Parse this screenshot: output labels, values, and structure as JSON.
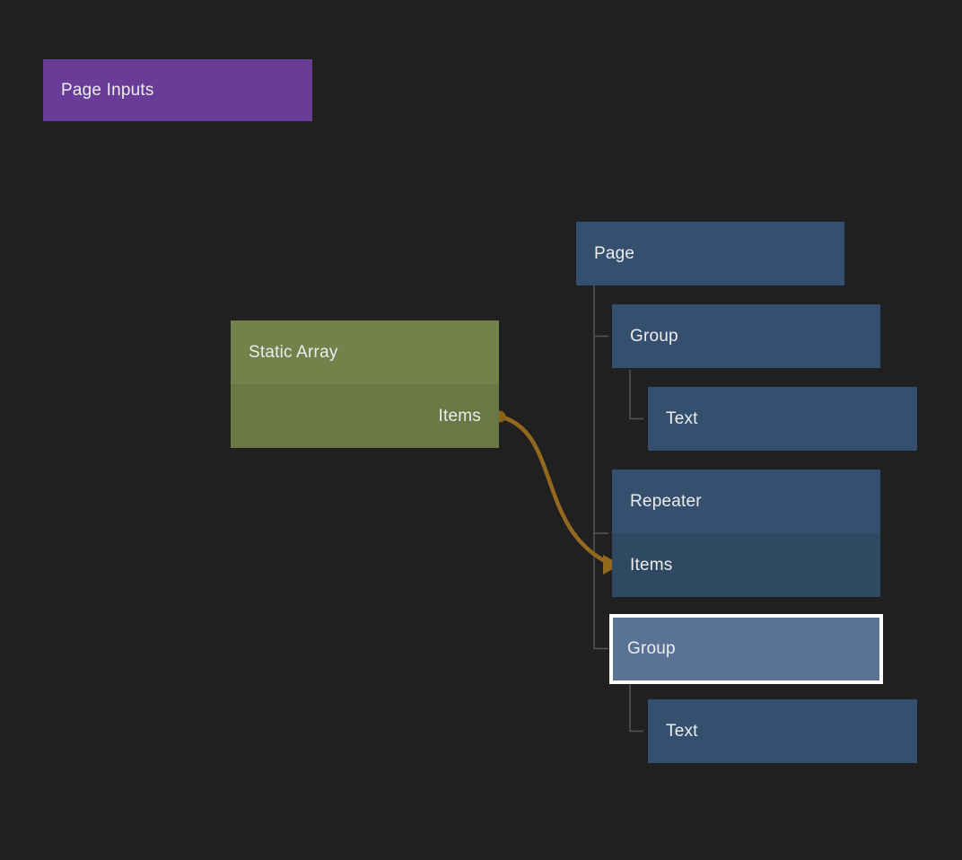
{
  "canvas": {
    "background": "#202021",
    "tree_line_color": "#555555"
  },
  "nodes": {
    "page_inputs": {
      "label": "Page Inputs",
      "color": "#693C97"
    },
    "static_array": {
      "label": "Static Array",
      "header_color": "#73814B",
      "body_color": "#6A7845",
      "output_port": {
        "label": "Items",
        "dot_color": "#8A621C"
      }
    },
    "page": {
      "label": "Page",
      "color": "#35506E"
    },
    "group_1": {
      "label": "Group",
      "color": "#35506E"
    },
    "text_1": {
      "label": "Text",
      "color": "#35506E"
    },
    "repeater": {
      "label": "Repeater",
      "header_color": "#35506E",
      "body_color": "#2F4963",
      "input_port": {
        "label": "Items"
      }
    },
    "group_selected": {
      "label": "Group",
      "color": "#5A7394",
      "border_color": "#FFFFFF",
      "selected": true
    },
    "text_2": {
      "label": "Text",
      "color": "#35506E"
    }
  },
  "edges": [
    {
      "from_node": "Static Array",
      "from_port": "Items",
      "to_node": "Repeater",
      "to_port": "Items",
      "color": "#92691E"
    }
  ]
}
